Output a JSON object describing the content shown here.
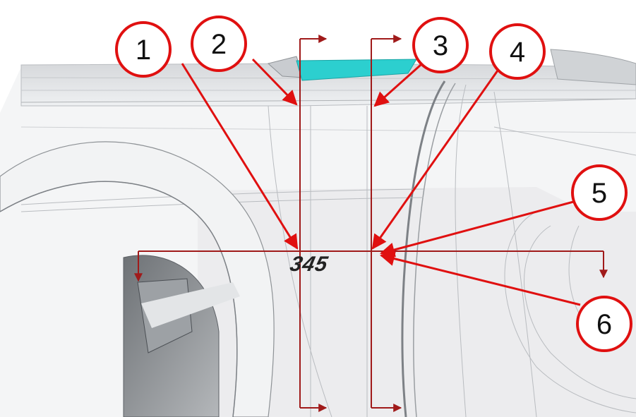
{
  "badge": {
    "text": "345"
  },
  "callouts": [
    {
      "id": "1",
      "label": "1"
    },
    {
      "id": "2",
      "label": "2"
    },
    {
      "id": "3",
      "label": "3"
    },
    {
      "id": "4",
      "label": "4"
    },
    {
      "id": "5",
      "label": "5"
    },
    {
      "id": "6",
      "label": "6"
    }
  ],
  "colors": {
    "callout_ring": "#e01010",
    "leader_line": "#e01010",
    "section_line": "#a01a1a",
    "roof_accent": "#2ccfcf",
    "body_line": "#b9bcc0"
  }
}
